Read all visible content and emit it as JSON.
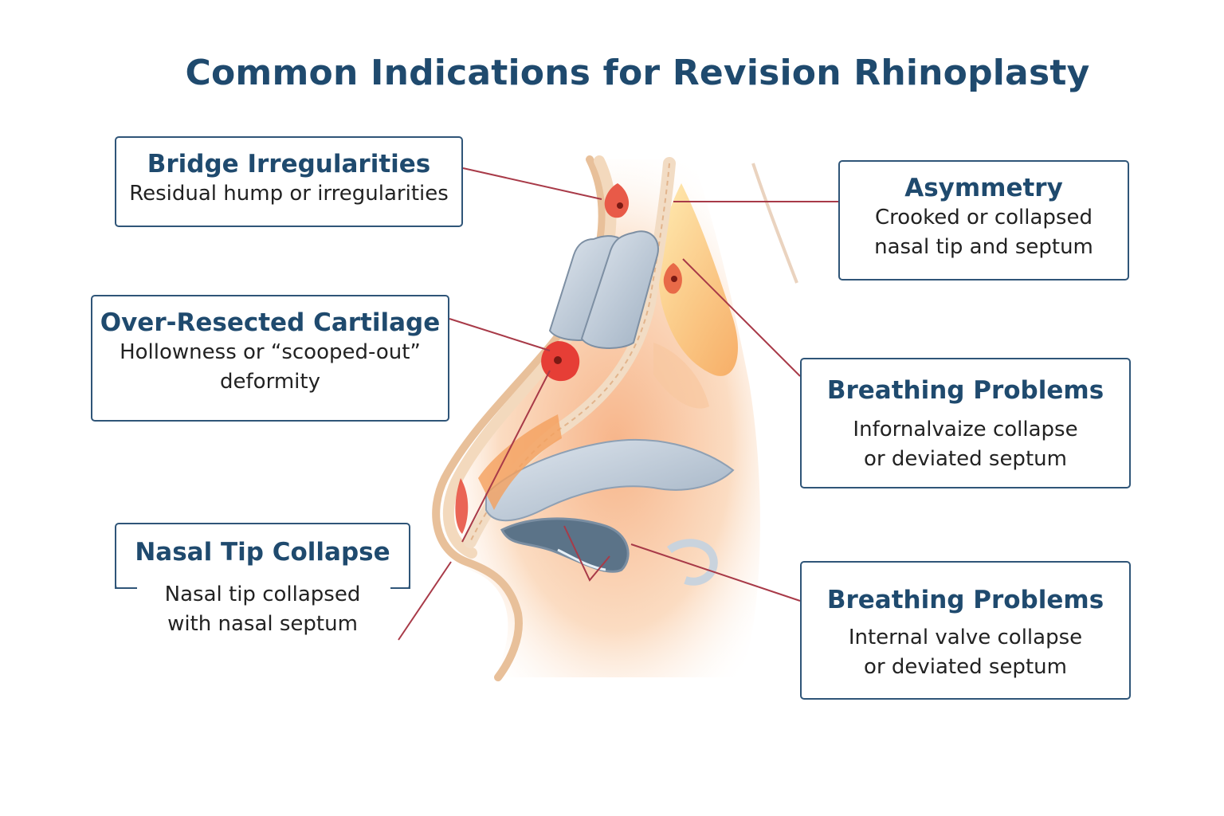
{
  "title": "Common Indications for Revision Rhinoplasty",
  "colors": {
    "title": "#1f4a6e",
    "box_border": "#2f5578",
    "leader_line": "#a83a48",
    "skin": "#f5d5b8",
    "cartilage": "#b8c6d4"
  },
  "callouts": {
    "bridge": {
      "heading": "Bridge Irregularities",
      "description": [
        "Residual hump or irregularities"
      ]
    },
    "over_resected": {
      "heading": "Over-Resected Cartilage",
      "description": [
        "Hollowness or “scooped-out”",
        "deformity"
      ]
    },
    "tip_collapse": {
      "heading": "Nasal Tip Collapse",
      "description": [
        "Nasal tip collapsed",
        "with nasal septum"
      ]
    },
    "asymmetry": {
      "heading": "Asymmetry",
      "description": [
        "Crooked or collapsed",
        "nasal tip and septum"
      ]
    },
    "breathing_1": {
      "heading": "Breathing Problems",
      "description": [
        "Infornalvaize collapse",
        "or deviated septum"
      ]
    },
    "breathing_2": {
      "heading": "Breathing Problems",
      "description": [
        "Internal valve collapse",
        "or deviated septum"
      ]
    }
  }
}
